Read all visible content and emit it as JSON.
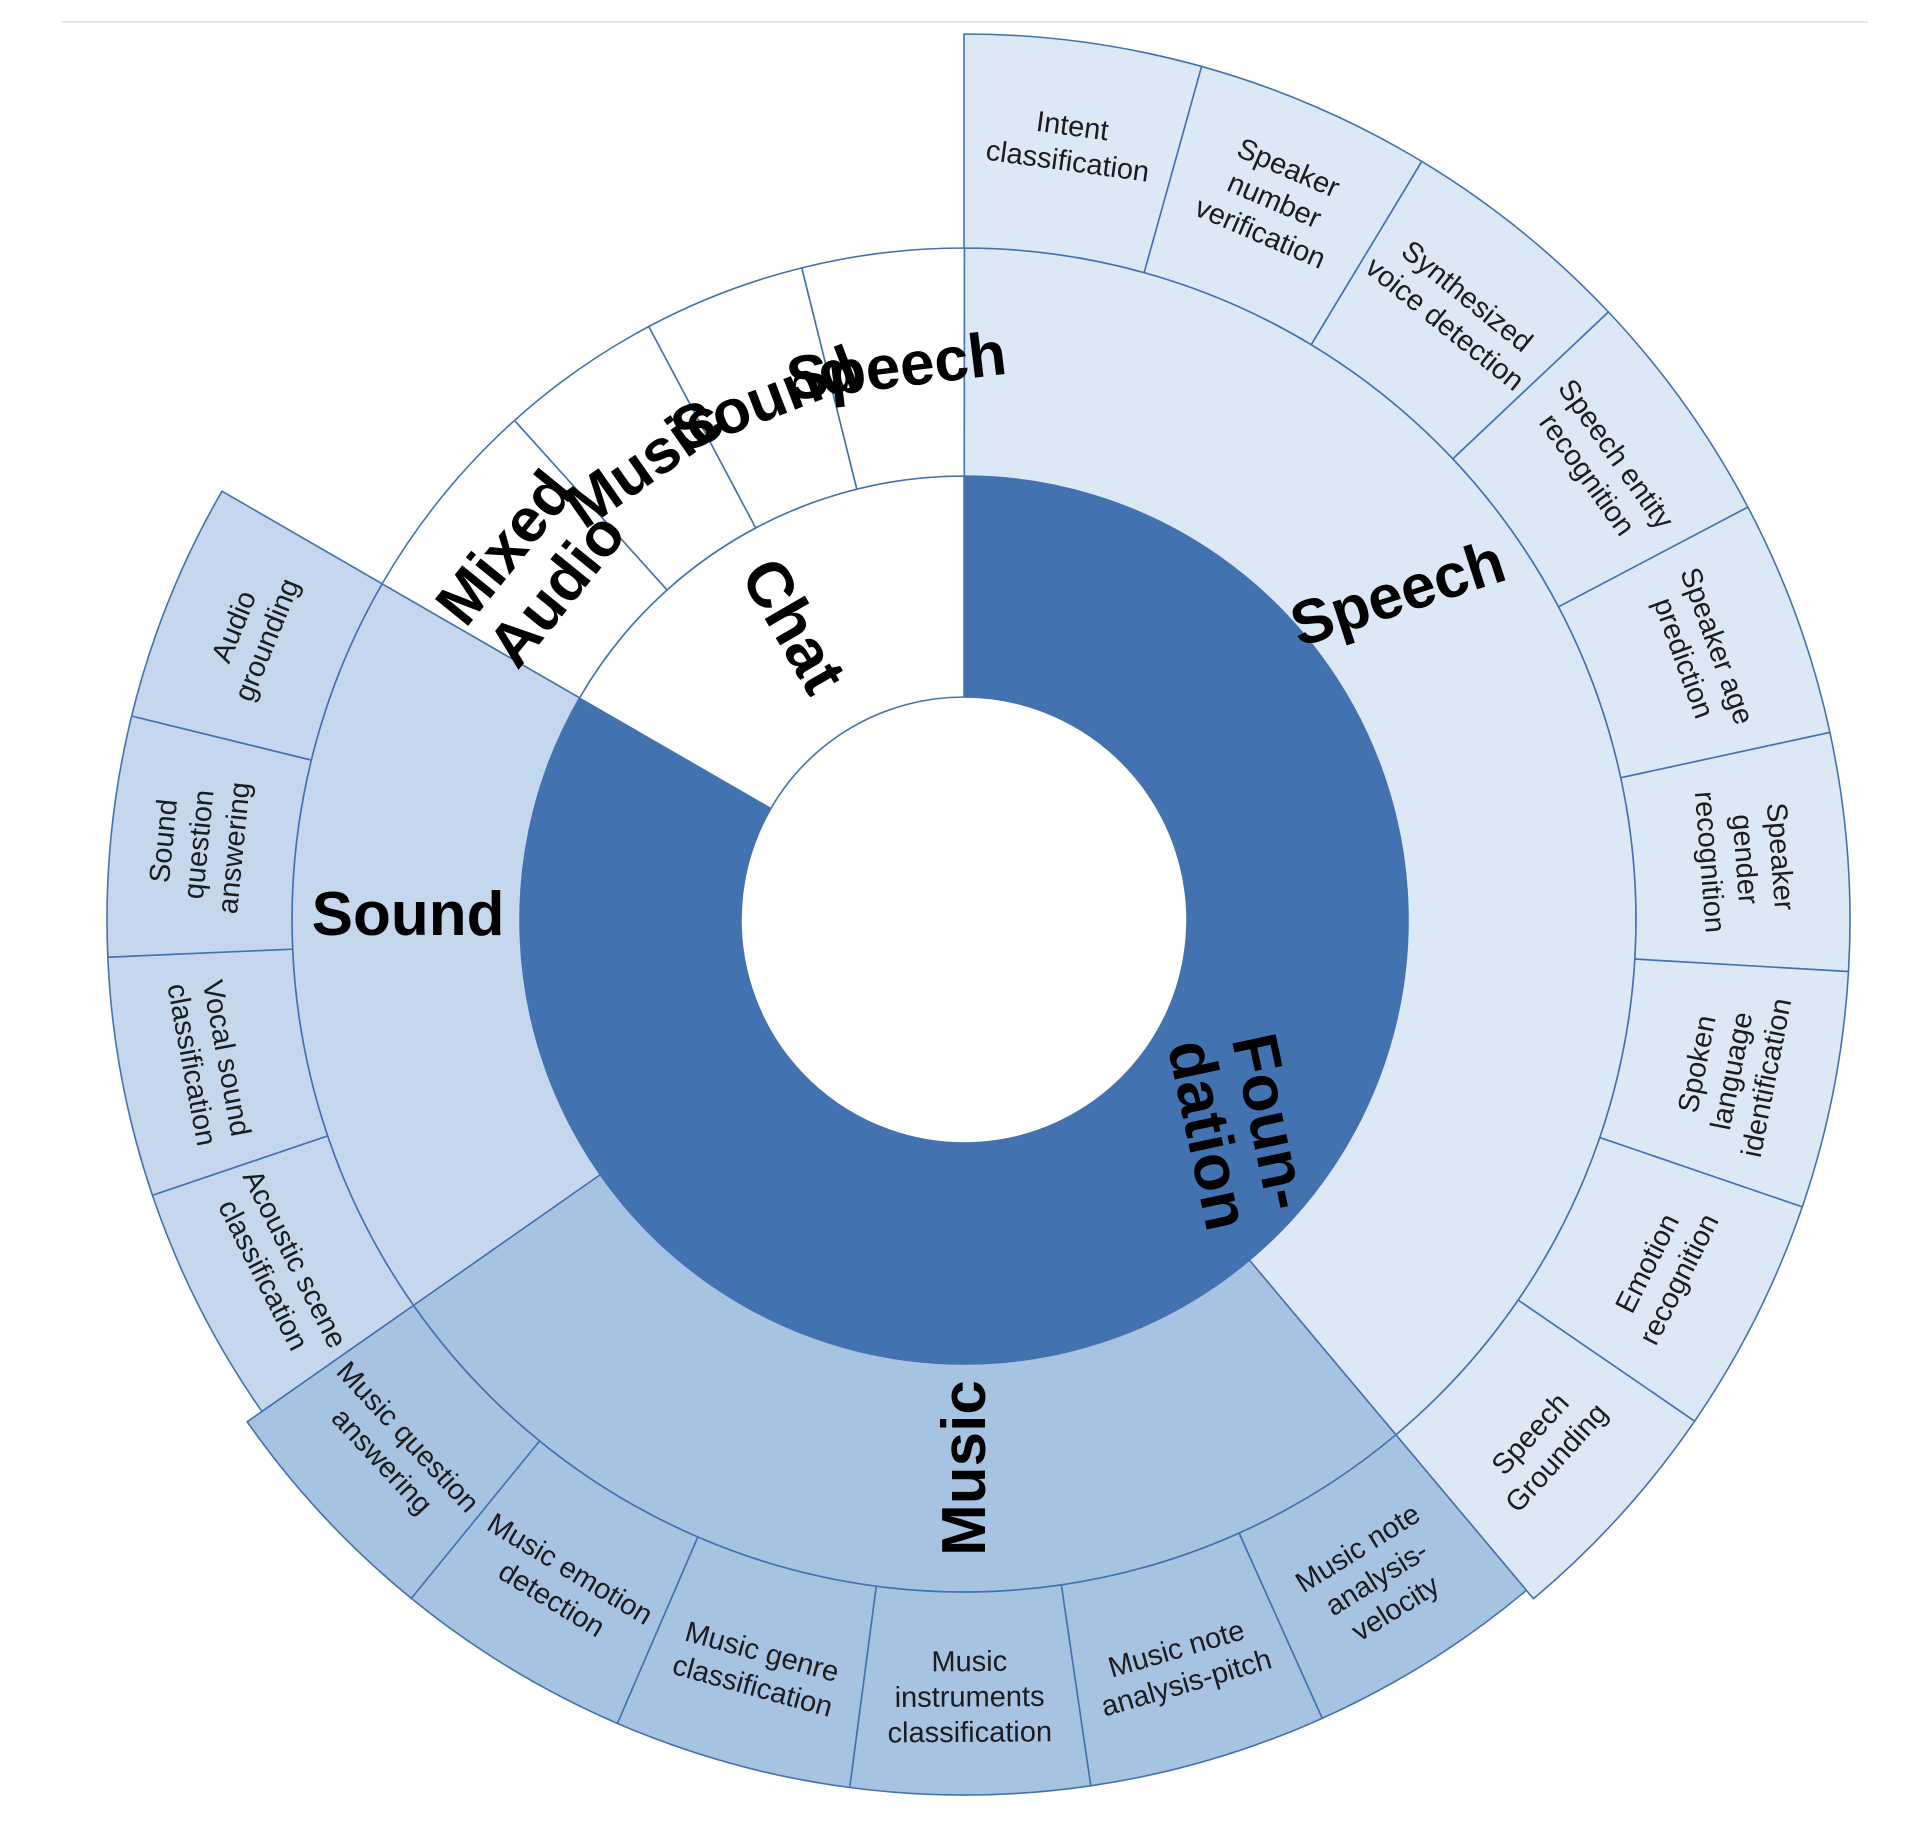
{
  "colors": {
    "inner_foundation": "#4272b0",
    "inner_chat": "#ffffff",
    "speech": "#dce8f5",
    "sound": "#c4d7ed",
    "music": "#a6c3e2",
    "chat_sub": "#ffffff",
    "border": "#4472b0"
  },
  "levels": {
    "inner": [
      {
        "id": "foundation",
        "label": "Foun-\ndation",
        "share": 0.8333,
        "color_key": "inner_foundation"
      },
      {
        "id": "chat",
        "label": "Chat",
        "share": 0.1667,
        "color_key": "inner_chat"
      }
    ],
    "middle": [
      {
        "id": "speech",
        "parent": "foundation",
        "label": "Speech",
        "share": 0.3889,
        "color_key": "speech"
      },
      {
        "id": "music",
        "parent": "foundation",
        "label": "Music",
        "share": 0.2639,
        "color_key": "music"
      },
      {
        "id": "sound",
        "parent": "foundation",
        "label": "Sound",
        "share": 0.1806,
        "color_key": "sound"
      },
      {
        "id": "chat-mixed-audio",
        "parent": "chat",
        "label": "Mixed\nAudio",
        "share": 0.05,
        "color_key": "chat_sub"
      },
      {
        "id": "chat-music",
        "parent": "chat",
        "label": "Music",
        "share": 0.0389,
        "color_key": "chat_sub"
      },
      {
        "id": "chat-sound",
        "parent": "chat",
        "label": "Sound",
        "share": 0.0389,
        "color_key": "chat_sub"
      },
      {
        "id": "chat-speech",
        "parent": "chat",
        "label": "Speech",
        "share": 0.0389,
        "color_key": "chat_sub"
      }
    ],
    "outer": [
      {
        "parent": "speech",
        "label": "Intent\nclassification",
        "color_key": "speech"
      },
      {
        "parent": "speech",
        "label": "Speaker\nnumber\nverification",
        "color_key": "speech"
      },
      {
        "parent": "speech",
        "label": "Synthesized\nvoice detection",
        "color_key": "speech"
      },
      {
        "parent": "speech",
        "label": "Speech entity\nrecognition",
        "color_key": "speech"
      },
      {
        "parent": "speech",
        "label": "Speaker age\nprediction",
        "color_key": "speech"
      },
      {
        "parent": "speech",
        "label": "Speaker\ngender\nrecognition",
        "color_key": "speech"
      },
      {
        "parent": "speech",
        "label": "Spoken\nlanguage\nidentification",
        "color_key": "speech"
      },
      {
        "parent": "speech",
        "label": "Emotion\nrecognition",
        "color_key": "speech"
      },
      {
        "parent": "speech",
        "label": "Speech\nGrounding",
        "color_key": "speech"
      },
      {
        "parent": "music",
        "label": "Music note\nanalysis-\nvelocity",
        "color_key": "music"
      },
      {
        "parent": "music",
        "label": "Music note\nanalysis-pitch",
        "color_key": "music"
      },
      {
        "parent": "music",
        "label": "Music\ninstruments\nclassification",
        "color_key": "music"
      },
      {
        "parent": "music",
        "label": "Music genre\nclassification",
        "color_key": "music"
      },
      {
        "parent": "music",
        "label": "Music emotion\ndetection",
        "color_key": "music"
      },
      {
        "parent": "music",
        "label": "Music question\nanswering",
        "color_key": "music"
      },
      {
        "parent": "sound",
        "label": "Acoustic scene\nclassification",
        "color_key": "sound"
      },
      {
        "parent": "sound",
        "label": "Vocal sound\nclassification",
        "color_key": "sound"
      },
      {
        "parent": "sound",
        "label": "Sound\nquestion\nanswering",
        "color_key": "sound"
      },
      {
        "parent": "sound",
        "label": "Audio\ngrounding",
        "color_key": "sound"
      }
    ]
  }
}
